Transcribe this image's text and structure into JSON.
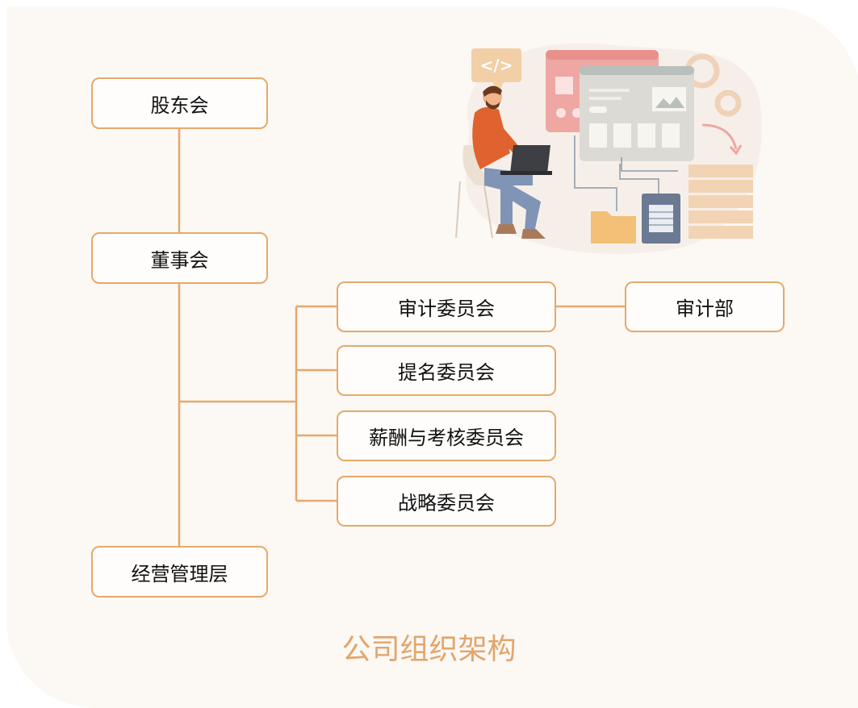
{
  "nodes": {
    "shareholders": "股东会",
    "board": "董事会",
    "audit_committee": "审计委员会",
    "nomination_committee": "提名委员会",
    "compensation_committee": "薪酬与考核委员会",
    "strategy_committee": "战略委员会",
    "audit_department": "审计部",
    "management": "经营管理层"
  },
  "caption": "公司组织架构",
  "illustration": {
    "code_tag": "</>",
    "icons": [
      "developer-person",
      "laptop",
      "browser-window",
      "image-card",
      "gear-icon",
      "server-stack",
      "folder-icon",
      "document-table-icon",
      "arrow-icon"
    ]
  },
  "colors": {
    "accent": "#e5a96b",
    "caption": "#e2a56b",
    "panel_bg": "#fcf8f4",
    "node_bg": "#fffdfb"
  }
}
